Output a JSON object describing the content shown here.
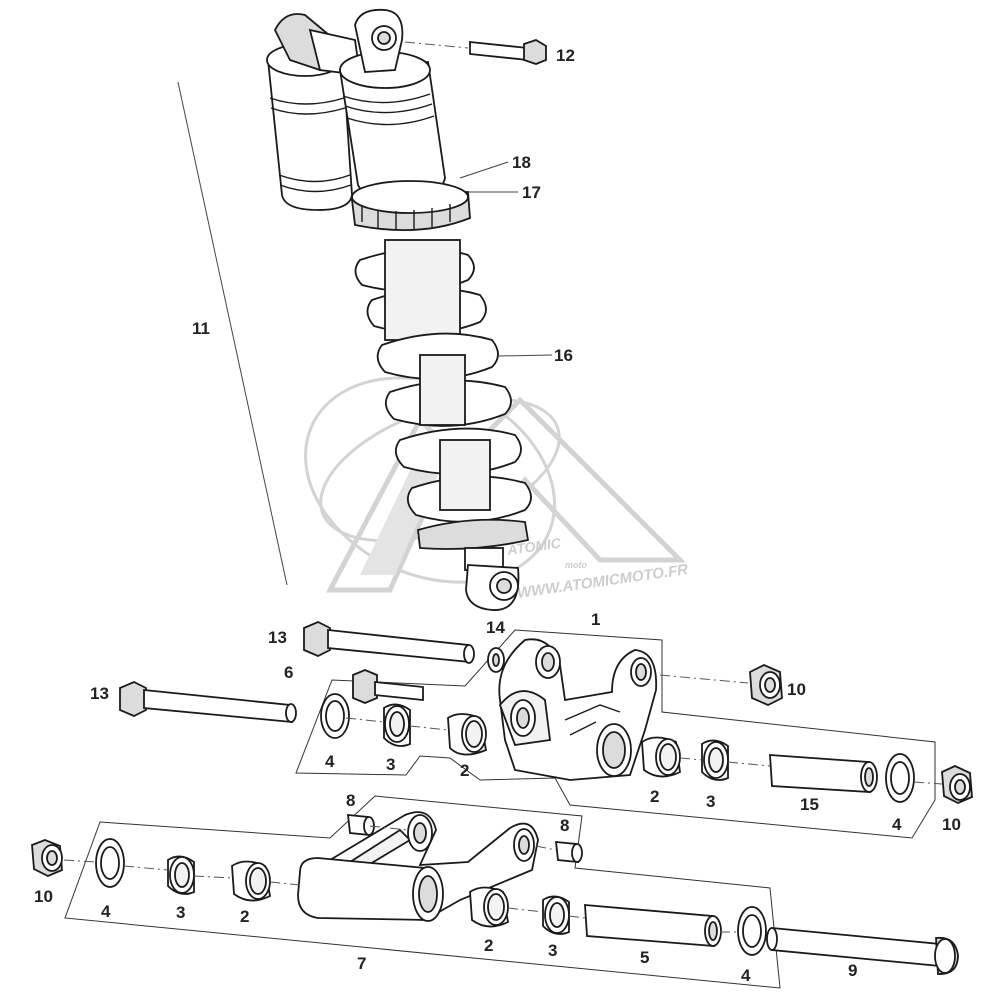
{
  "callouts": [
    {
      "id": "c1",
      "label": "1"
    },
    {
      "id": "c2a",
      "label": "2"
    },
    {
      "id": "c2b",
      "label": "2"
    },
    {
      "id": "c2c",
      "label": "2"
    },
    {
      "id": "c2d",
      "label": "2"
    },
    {
      "id": "c3a",
      "label": "3"
    },
    {
      "id": "c3b",
      "label": "3"
    },
    {
      "id": "c3c",
      "label": "3"
    },
    {
      "id": "c3d",
      "label": "3"
    },
    {
      "id": "c4a",
      "label": "4"
    },
    {
      "id": "c4b",
      "label": "4"
    },
    {
      "id": "c4c",
      "label": "4"
    },
    {
      "id": "c4d",
      "label": "4"
    },
    {
      "id": "c5",
      "label": "5"
    },
    {
      "id": "c6",
      "label": "6"
    },
    {
      "id": "c7",
      "label": "7"
    },
    {
      "id": "c8a",
      "label": "8"
    },
    {
      "id": "c8b",
      "label": "8"
    },
    {
      "id": "c9",
      "label": "9"
    },
    {
      "id": "c10a",
      "label": "10"
    },
    {
      "id": "c10b",
      "label": "10"
    },
    {
      "id": "c10c",
      "label": "10"
    },
    {
      "id": "c11",
      "label": "11"
    },
    {
      "id": "c12",
      "label": "12"
    },
    {
      "id": "c13a",
      "label": "13"
    },
    {
      "id": "c13b",
      "label": "13"
    },
    {
      "id": "c14",
      "label": "14"
    },
    {
      "id": "c15",
      "label": "15"
    },
    {
      "id": "c16",
      "label": "16"
    },
    {
      "id": "c17",
      "label": "17"
    },
    {
      "id": "c18",
      "label": "18"
    }
  ],
  "watermark": {
    "brand": "ATOMIC",
    "brand_sub": "moto",
    "url": "WWW.ATOMICMOTO.FR",
    "color": "#c8c8c8"
  }
}
